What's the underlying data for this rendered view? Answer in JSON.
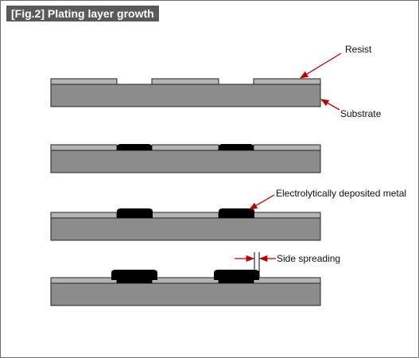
{
  "figure": {
    "title": "[Fig.2] Plating layer growth"
  },
  "labels": {
    "resist": "Resist",
    "substrate": "Substrate",
    "deposited_metal": "Electrolytically deposited metal",
    "side_spreading": "Side spreading"
  },
  "colors": {
    "substrate": "#8c8c8c",
    "resist": "#b4b4b4",
    "metal": "#000000",
    "arrow": "#c00000",
    "title_bg": "#5a5a5a"
  }
}
